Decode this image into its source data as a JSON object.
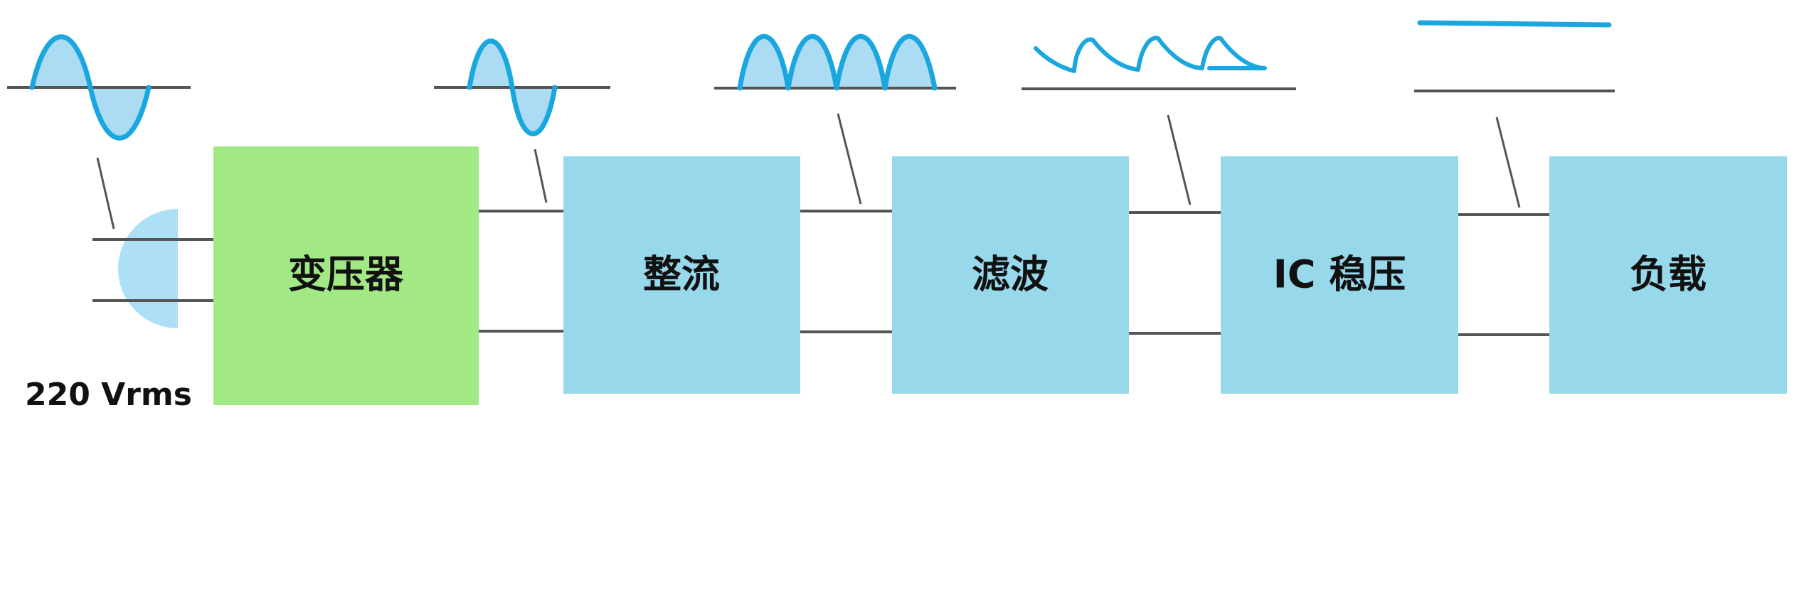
{
  "diagram": {
    "title": "",
    "source_label": "220 Vrms",
    "blocks": [
      {
        "label": "变压器",
        "color": "#a2e885"
      },
      {
        "label": "整流",
        "color": "#97d8ea"
      },
      {
        "label": "滤波",
        "color": "#97d8ea"
      },
      {
        "label": "IC 稳压",
        "color": "#97d8ea"
      },
      {
        "label": "负载",
        "color": "#97d8ea"
      }
    ],
    "waveforms": [
      {
        "name": "ac-sine-input",
        "stage": "input"
      },
      {
        "name": "ac-sine-stepped-down",
        "stage": "transformer-output"
      },
      {
        "name": "full-wave-rectified",
        "stage": "rectifier-output"
      },
      {
        "name": "ripple",
        "stage": "filter-output"
      },
      {
        "name": "dc-flat",
        "stage": "regulator-output"
      }
    ],
    "colors": {
      "waveform_stroke": "#1aa7e0",
      "waveform_fill": "#acdcf4",
      "wire": "#555555",
      "plug": "#ade0f6"
    }
  }
}
